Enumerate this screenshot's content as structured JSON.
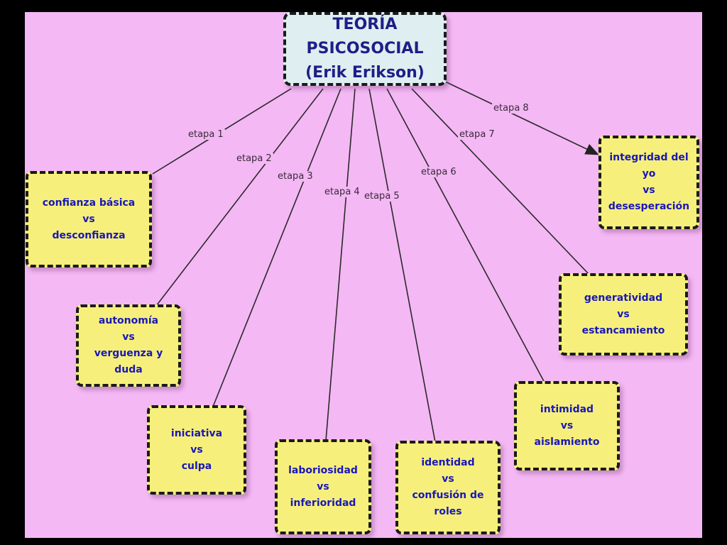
{
  "title": {
    "line1": "TEORÍA PSICOSOCIAL",
    "line2": "(Erik Erikson)"
  },
  "stages": [
    {
      "label": "etapa 1",
      "line1": "confianza básica",
      "line2": "vs",
      "line3": "desconfianza"
    },
    {
      "label": "etapa 2",
      "line1": "autonomía",
      "line2": "vs",
      "line3": "verguenza y duda"
    },
    {
      "label": "etapa 3",
      "line1": "iniciativa",
      "line2": "vs",
      "line3": "culpa"
    },
    {
      "label": "etapa 4",
      "line1": "laboriosidad",
      "line2": "vs",
      "line3": "inferioridad"
    },
    {
      "label": "etapa 5",
      "line1": "identidad",
      "line2": "vs",
      "line3": "confusión de roles"
    },
    {
      "label": "etapa 6",
      "line1": "intimidad",
      "line2": "vs",
      "line3": "aislamiento"
    },
    {
      "label": "etapa 7",
      "line1": "generatividad",
      "line2": "vs",
      "line3": "estancamiento"
    },
    {
      "label": "etapa 8",
      "line1": "integridad del yo",
      "line2": "vs",
      "line3": "desesperación"
    }
  ],
  "colors": {
    "background": "#f4b8f4",
    "node_fill": "#f7ef7c",
    "title_fill": "#dfeef0",
    "node_text": "#1818b8"
  }
}
